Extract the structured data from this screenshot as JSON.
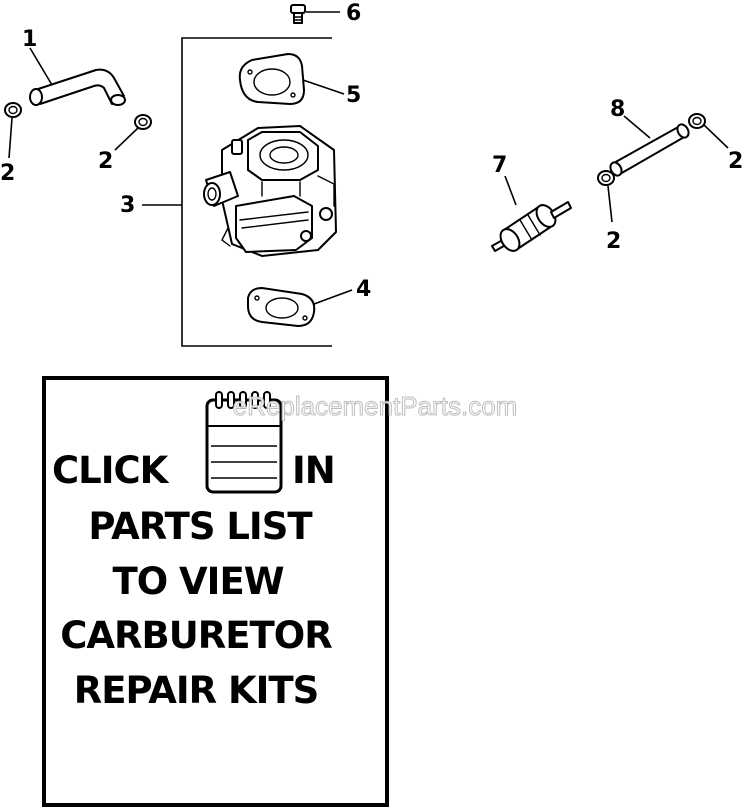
{
  "callouts": {
    "c1": "1",
    "c2a": "2",
    "c2b": "2",
    "c2c": "2",
    "c2d": "2",
    "c3": "3",
    "c4": "4",
    "c5": "5",
    "c6": "6",
    "c7": "7",
    "c8": "8"
  },
  "info_box": {
    "line1_left": "CLICK",
    "line1_right": "IN",
    "line2": "PARTS LIST",
    "line3": "TO VIEW",
    "line4": "CARBURETOR",
    "line5": "REPAIR KITS",
    "icon": "notepad-icon"
  },
  "watermark": "eReplacementParts.com"
}
